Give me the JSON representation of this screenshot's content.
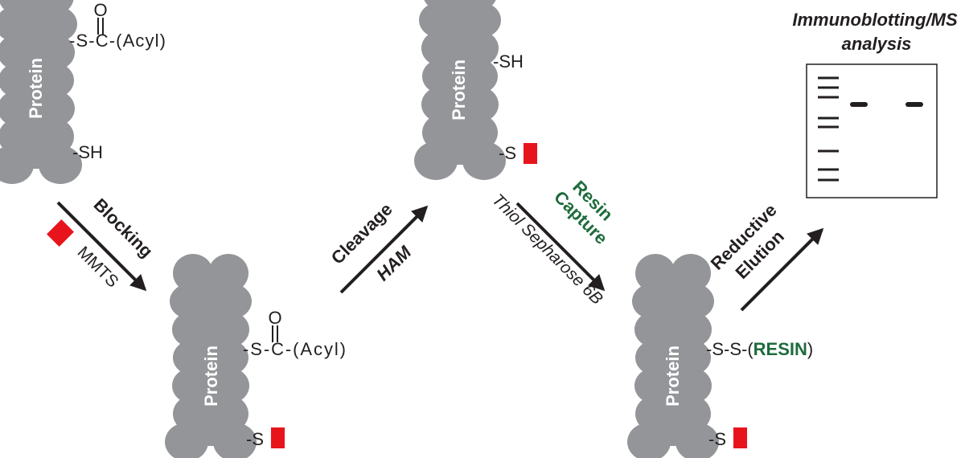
{
  "colors": {
    "protein": "#939598",
    "block_tag": "#e8141c",
    "resin_text": "#1e6b3c",
    "text": "#231f20"
  },
  "protein_label": "Protein",
  "states": {
    "start": {
      "acyl_group": "-S-C-(Acyl)",
      "carbonyl_o": "O",
      "thiol": "-SH"
    },
    "blocked": {
      "acyl_group": "-S-C-(Acyl)",
      "carbonyl_o": "O",
      "blocked_s": "-S"
    },
    "cleaved": {
      "thiol": "-SH",
      "blocked_s": "-S"
    },
    "captured": {
      "prefix": "-S-S-(",
      "resin": "RESIN",
      "suffix": ")",
      "blocked_s": "-S"
    }
  },
  "steps": {
    "blocking": {
      "label": "Blocking",
      "reagent": "MMTS"
    },
    "cleavage": {
      "label": "Cleavage",
      "reagent": "HAM"
    },
    "resin_capture": {
      "line1": "Resin",
      "line2": "Capture",
      "reagent": "Thiol Sepharose 6B"
    },
    "reductive_elution": {
      "line1": "Reductive",
      "line2": "Elution"
    }
  },
  "analysis": {
    "line1": "Immunoblotting/MS",
    "line2": "analysis"
  }
}
